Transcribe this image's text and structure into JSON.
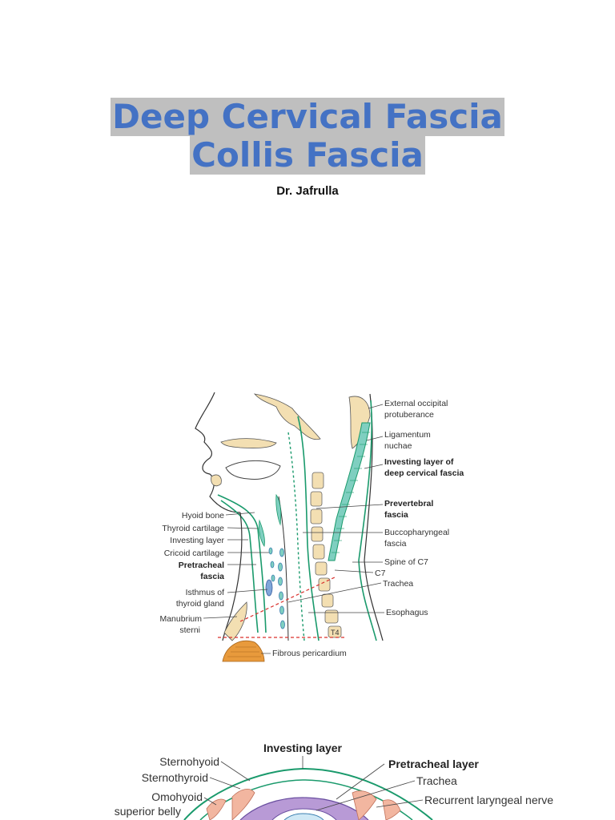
{
  "title": {
    "line1": "Deep Cervical Fascia",
    "line2": "Collis Fascia"
  },
  "author": "Dr. Jafrulla",
  "figure1": {
    "labels_right": {
      "ext_occ_1": "External occipital",
      "ext_occ_2": "protuberance",
      "lig_1": "Ligamentum",
      "lig_2": "nuchae",
      "invest_1": "Investing layer of",
      "invest_2": "deep cervical fascia",
      "prevert_1": "Prevertebral",
      "prevert_2": "fascia",
      "bucco_1": "Buccopharyngeal",
      "bucco_2": "fascia",
      "spine_c7": "Spine of C7",
      "c7": "C7",
      "trachea": "Trachea",
      "esophagus": "Esophagus"
    },
    "labels_left": {
      "hyoid": "Hyoid bone",
      "thyroid_cart": "Thyroid cartilage",
      "investing": "Investing layer",
      "cricoid": "Cricoid cartilage",
      "pretracheal_1": "Pretracheal",
      "pretracheal_2": "fascia",
      "isthmus_1": "Isthmus of",
      "isthmus_2": "thyroid gland",
      "manubrium_1": "Manubrium",
      "manubrium_2": "sterni"
    },
    "t4": "T4",
    "pericardium": "Fibrous pericardium"
  },
  "figure2": {
    "investing_layer": "Investing layer",
    "pretracheal_layer": "Pretracheal layer",
    "trachea": "Trachea",
    "recurrent": "Recurrent laryngeal nerve",
    "sternohyoid": "Sternohyoid",
    "sternothyroid": "Sternothyroid",
    "omohyoid_1": "Omohyoid",
    "omohyoid_2": "superior belly"
  },
  "colors": {
    "title_text": "#4472c4",
    "title_highlight": "#bfbfbf",
    "fascia_green": "#1a9a6c",
    "bone": "#f3dfb2",
    "dashed_red": "#d9302c",
    "pericardium": "#e89a3c",
    "purple": "#b89ad6"
  }
}
